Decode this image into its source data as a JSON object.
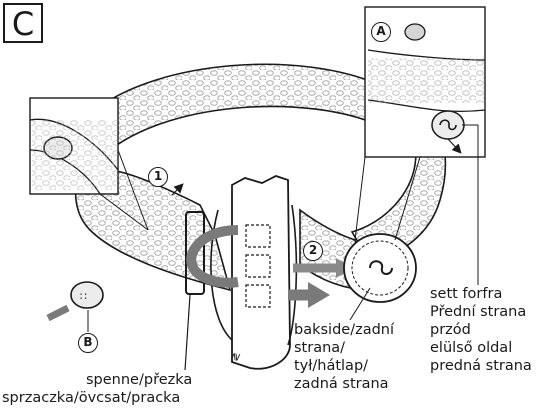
{
  "panel": {
    "letter": "C"
  },
  "callouts": {
    "A": "A",
    "B": "B",
    "step1": "1",
    "step2": "2"
  },
  "labels": {
    "front": [
      "sett forfra",
      "Přední strana",
      "przód",
      "elülső oldal",
      "predná strana"
    ],
    "back": [
      "bakside/zadní",
      "strana/",
      "tył/hátlap/",
      "zadná strana"
    ],
    "buckle": [
      "spenne/přezka",
      "sprzaczka/övcsat/pracka"
    ]
  },
  "colors": {
    "line": "#1a1a1a",
    "band_fill": "#ffffff",
    "band_dots": "#b0b0b0",
    "arrow_gray": "#7a7a7a",
    "module_fill": "#ececec"
  }
}
